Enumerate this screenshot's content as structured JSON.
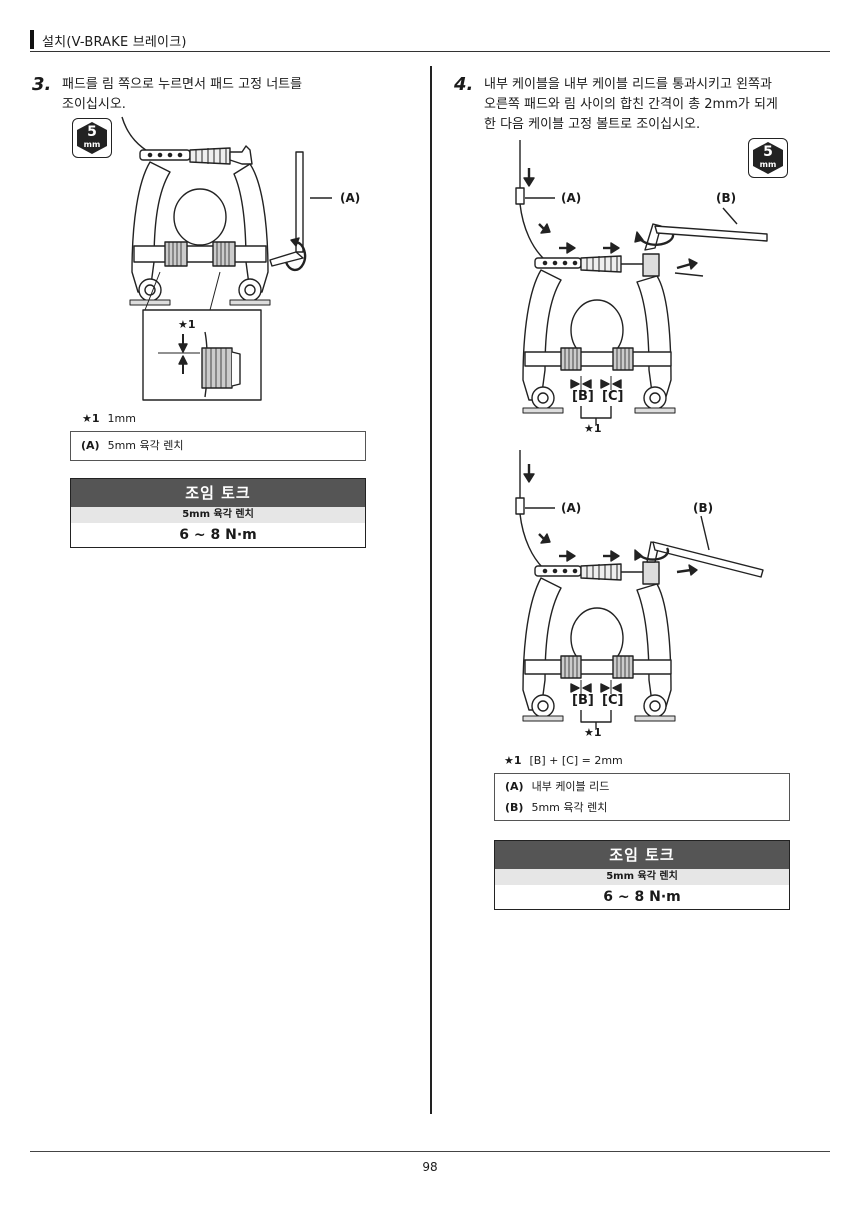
{
  "header": {
    "title": "설치(V-BRAKE 브레이크)"
  },
  "step3": {
    "number": "3.",
    "line1": "패드를 림 쪽으로 누르면서 패드 고정 너트를",
    "line2": "조이십시오.",
    "tool_badge": {
      "num": "5",
      "unit": "mm",
      "icon": "hex-wrench-size-icon"
    },
    "callout_a": "(A)",
    "star_label": "★1",
    "note": {
      "mark": "★1",
      "text": "1mm"
    },
    "legend": [
      {
        "key": "(A)",
        "text": "5mm 육각 렌치"
      }
    ],
    "torque": {
      "title": "조임 토크",
      "tool": "5mm 육각 렌치",
      "value": "6 ~ 8 N·m"
    }
  },
  "step4": {
    "number": "4.",
    "line1": "내부 케이블을 내부 케이블 리드를 통과시키고 왼쪽과",
    "line2": "오른쪽 패드와 림 사이의 합친 간격이 총 2mm가 되게",
    "line3": "한 다음 케이블 고정 볼트로 조이십시오.",
    "tool_badge": {
      "num": "5",
      "unit": "mm",
      "icon": "hex-wrench-size-icon"
    },
    "callout_a": "(A)",
    "callout_b": "(B)",
    "gap_b": "[B]",
    "gap_c": "[C]",
    "star_label": "★1",
    "note": {
      "mark": "★1",
      "text": "[B] + [C] = 2mm"
    },
    "legend": [
      {
        "key": "(A)",
        "text": "내부 케이블 리드"
      },
      {
        "key": "(B)",
        "text": "5mm 육각 렌치"
      }
    ],
    "torque": {
      "title": "조임 토크",
      "tool": "5mm 육각 렌치",
      "value": "6 ~ 8 N·m"
    }
  },
  "footer": {
    "page": "98"
  }
}
